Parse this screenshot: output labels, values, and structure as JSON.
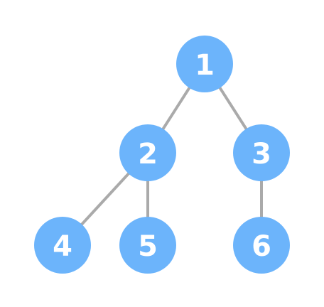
{
  "colors": {
    "node_fill": "#6cb4fb",
    "edge_stroke": "#aaaaaa",
    "label_color": "#ffffff"
  },
  "nodes": [
    {
      "id": "1",
      "label": "1"
    },
    {
      "id": "2",
      "label": "2"
    },
    {
      "id": "3",
      "label": "3"
    },
    {
      "id": "4",
      "label": "4"
    },
    {
      "id": "5",
      "label": "5"
    },
    {
      "id": "6",
      "label": "6"
    }
  ],
  "edges": [
    {
      "from": "1",
      "to": "2"
    },
    {
      "from": "1",
      "to": "3"
    },
    {
      "from": "2",
      "to": "4"
    },
    {
      "from": "2",
      "to": "5"
    },
    {
      "from": "3",
      "to": "6"
    }
  ]
}
